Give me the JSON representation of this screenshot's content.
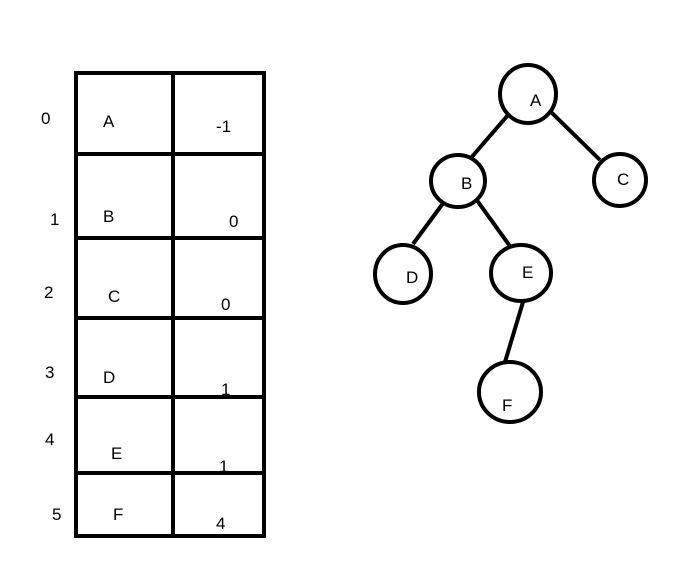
{
  "parent_table": {
    "rows": [
      {
        "index": "0",
        "data": "A",
        "parent": "-1"
      },
      {
        "index": "1",
        "data": "B",
        "parent": "0"
      },
      {
        "index": "2",
        "data": "C",
        "parent": "0"
      },
      {
        "index": "3",
        "data": "D",
        "parent": "1"
      },
      {
        "index": "4",
        "data": "E",
        "parent": "1"
      },
      {
        "index": "5",
        "data": "F",
        "parent": "4"
      }
    ]
  },
  "tree": {
    "nodes": [
      {
        "id": "A",
        "label": "A"
      },
      {
        "id": "B",
        "label": "B"
      },
      {
        "id": "C",
        "label": "C"
      },
      {
        "id": "D",
        "label": "D"
      },
      {
        "id": "E",
        "label": "E"
      },
      {
        "id": "F",
        "label": "F"
      }
    ],
    "edges": [
      {
        "from": "A",
        "to": "B"
      },
      {
        "from": "A",
        "to": "C"
      },
      {
        "from": "B",
        "to": "D"
      },
      {
        "from": "B",
        "to": "E"
      },
      {
        "from": "E",
        "to": "F"
      }
    ]
  },
  "colors": {
    "stroke": "#000000",
    "background": "#ffffff"
  }
}
